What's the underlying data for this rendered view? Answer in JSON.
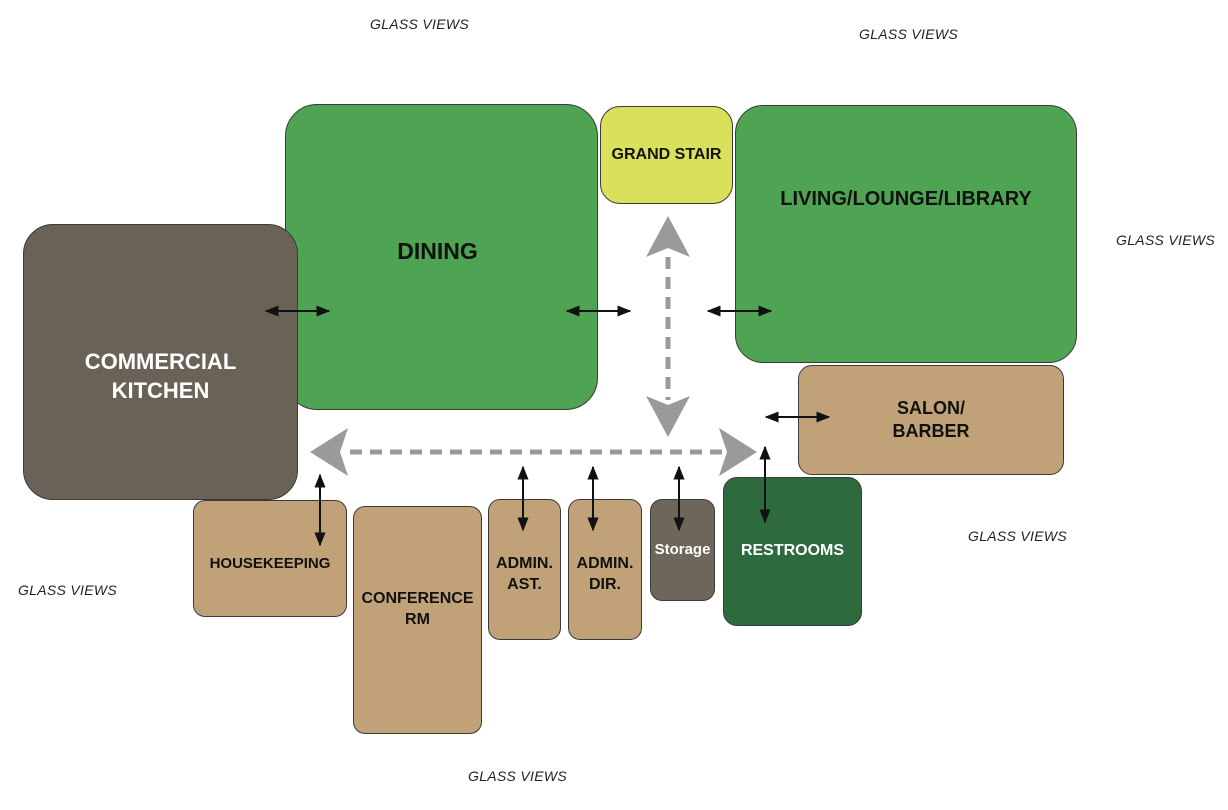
{
  "rooms": {
    "commercial_kitchen": "COMMERCIAL\nKITCHEN",
    "dining": "DINING",
    "grand_stair": "GRAND STAIR",
    "living_lounge_library": "LIVING/LOUNGE/LIBRARY",
    "salon_barber": "SALON/\nBARBER",
    "housekeeping": "HOUSEKEEPING",
    "conference_rm": "CONFERENCE\nRM",
    "admin_ast": "ADMIN.\nAST.",
    "admin_dir": "ADMIN.\nDIR.",
    "storage": "Storage",
    "restrooms": "RESTROOMS"
  },
  "notes": {
    "top_left": "GLASS VIEWS",
    "top_right": "GLASS VIEWS",
    "right": "GLASS VIEWS",
    "middle_right": "GLASS VIEWS",
    "left": "GLASS VIEWS",
    "bottom": "GLASS VIEWS"
  },
  "colors": {
    "dining_green": "#4ea452",
    "stair_yellow": "#d9e05a",
    "kitchen_brown": "#6b6257",
    "tan": "#c1a278",
    "storage_brown": "#6e655b",
    "restroom_green": "#2d6b3f",
    "circulation_gray": "#9a9a9a"
  }
}
